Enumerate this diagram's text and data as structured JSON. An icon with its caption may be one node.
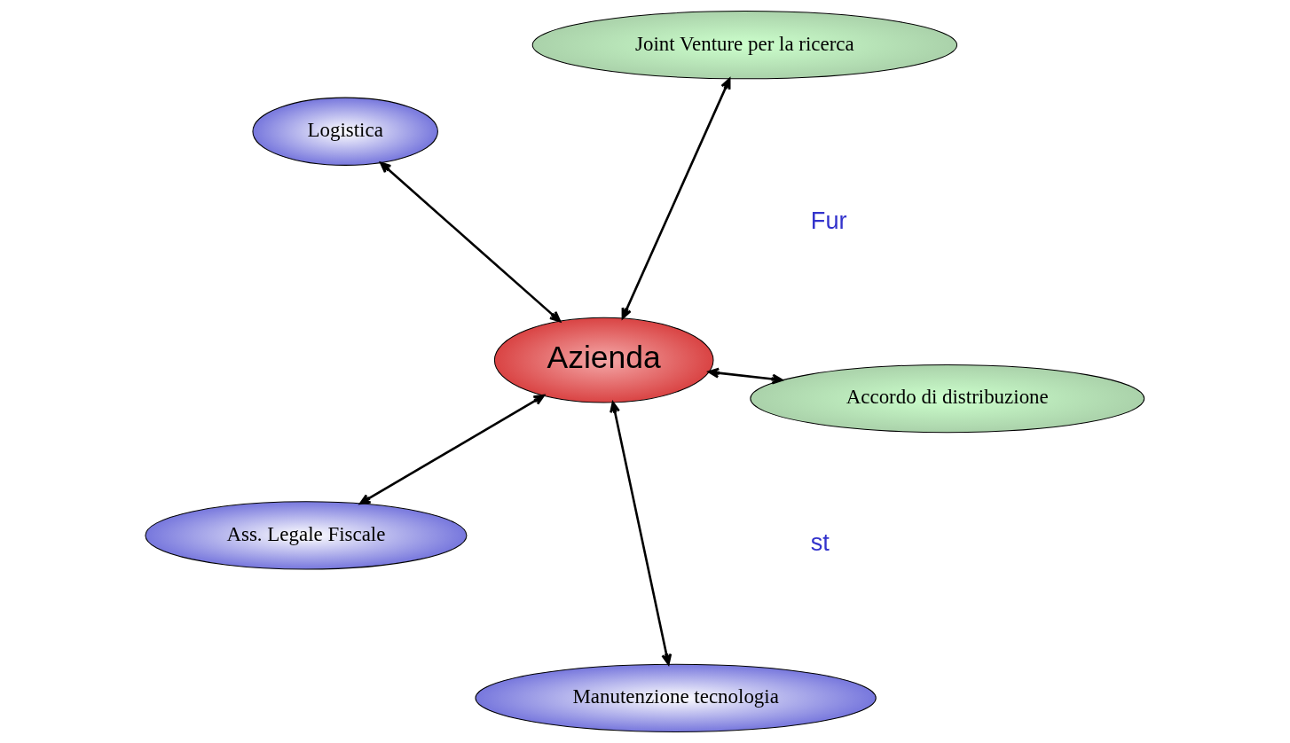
{
  "diagram": {
    "nodes": [
      {
        "text": [
          "Logistica"
        ]
      },
      {
        "text": [
          "Accordo di distribuzione"
        ]
      },
      {
        "text": [
          "Manutenzione tecnologia"
        ]
      },
      {
        "text": [
          "Azienda"
        ]
      },
      {
        "text": [
          "Joint Venture per la ricerca"
        ]
      },
      {
        "text": [
          "Ass. Legale Fiscale"
        ]
      }
    ],
    "edges": [
      {
        "from": 3,
        "to": 0,
        "arrow": "both"
      },
      {
        "from": 3,
        "to": 1,
        "arrow": "both"
      },
      {
        "from": 3,
        "to": 2,
        "arrow": "both"
      },
      {
        "from": 3,
        "to": 4,
        "arrow": "both"
      },
      {
        "from": 3,
        "to": 5,
        "arrow": "both"
      }
    ],
    "labels": [
      "Fur",
      "st"
    ]
  }
}
